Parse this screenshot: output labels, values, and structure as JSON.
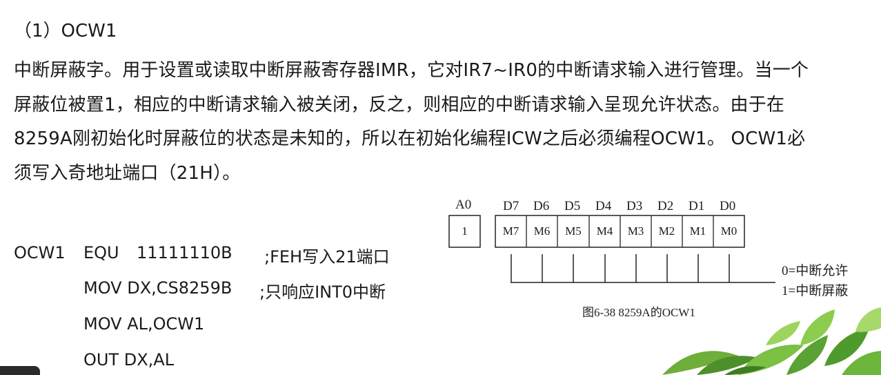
{
  "heading": "（1）OCW1",
  "paragraph_lines": [
    "中断屏蔽字。用于设置或读取中断屏蔽寄存器IMR，它对IR7~IR0的中断请求输入进行管理。当一个",
    "屏蔽位被置1，相应的中断请求输入被关闭，反之，则相应的中断请求输入呈现允许状态。由于在",
    "8259A刚初始化时屏蔽位的状态是未知的，所以在初始化编程ICW之后必须编程OCW1。 OCW1必",
    "须写入奇地址端口（21H）。"
  ],
  "code": {
    "line1": {
      "label": "OCW1",
      "op": "EQU",
      "operand": "11111110B",
      "comment": ";FEH写入21端口"
    },
    "line2": {
      "text": "MOV DX,CS8259B",
      "comment": ";只响应INT0中断"
    },
    "line3": {
      "text": "MOV AL,OCW1"
    },
    "line4": {
      "text": "OUT DX,AL"
    }
  },
  "diagram": {
    "a0_label": "A0",
    "a0_value": "1",
    "bit_labels": [
      "D7",
      "D6",
      "D5",
      "D4",
      "D3",
      "D2",
      "D1",
      "D0"
    ],
    "cells": [
      "M7",
      "M6",
      "M5",
      "M4",
      "M3",
      "M2",
      "M1",
      "M0"
    ],
    "legend": [
      "0=中断允许",
      "1=中断屏蔽"
    ],
    "caption": "图6-38  8259A的OCW1"
  }
}
